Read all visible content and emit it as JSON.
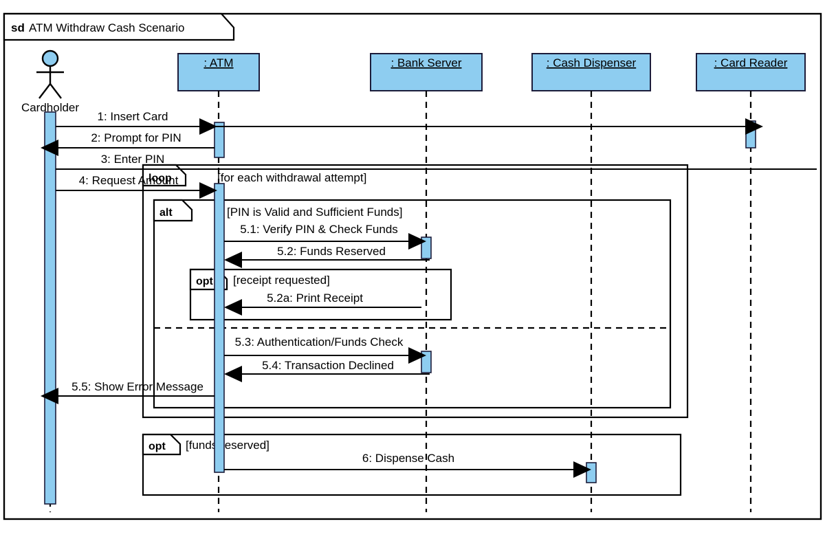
{
  "frame": {
    "keyword": "sd",
    "title": "ATM Withdraw Cash Scenario"
  },
  "actor": {
    "name": "Cardholder",
    "icon": "actor-stick-figure"
  },
  "lifelines": [
    {
      "id": "atm",
      "label": ": ATM"
    },
    {
      "id": "bank",
      "label": ": Bank Server"
    },
    {
      "id": "dispenser",
      "label": ": Cash Dispenser"
    },
    {
      "id": "reader",
      "label": ": Card Reader"
    }
  ],
  "messages": [
    {
      "id": "m1",
      "label": "1: Insert Card"
    },
    {
      "id": "m2",
      "label": "2: Prompt for PIN"
    },
    {
      "id": "m3",
      "label": "3: Enter PIN"
    },
    {
      "id": "m4",
      "label": "4: Request Amount"
    },
    {
      "id": "m51",
      "label": "5.1: Verify PIN & Check Funds"
    },
    {
      "id": "m52",
      "label": "5.2: Funds Reserved"
    },
    {
      "id": "m52a",
      "label": "5.2a: Print Receipt"
    },
    {
      "id": "m53",
      "label": "5.3: Authentication/Funds Check"
    },
    {
      "id": "m54",
      "label": "5.4: Transaction Declined"
    },
    {
      "id": "m55",
      "label": "5.5: Show Error Message"
    },
    {
      "id": "m6",
      "label": "6: Dispense Cash"
    }
  ],
  "fragments": [
    {
      "id": "loop",
      "keyword": "loop",
      "guard": "[for each withdrawal attempt]"
    },
    {
      "id": "alt",
      "keyword": "alt",
      "guard": "[PIN is Valid and Sufficient Funds]"
    },
    {
      "id": "optrec",
      "keyword": "opt",
      "guard": "[receipt requested]"
    },
    {
      "id": "optfunds",
      "keyword": "opt",
      "guard": "[funds reserved]"
    }
  ],
  "colors": {
    "box_fill": "#8ecdf0",
    "box_stroke": "#1c1c3a",
    "line": "#000000",
    "background": "#ffffff"
  }
}
